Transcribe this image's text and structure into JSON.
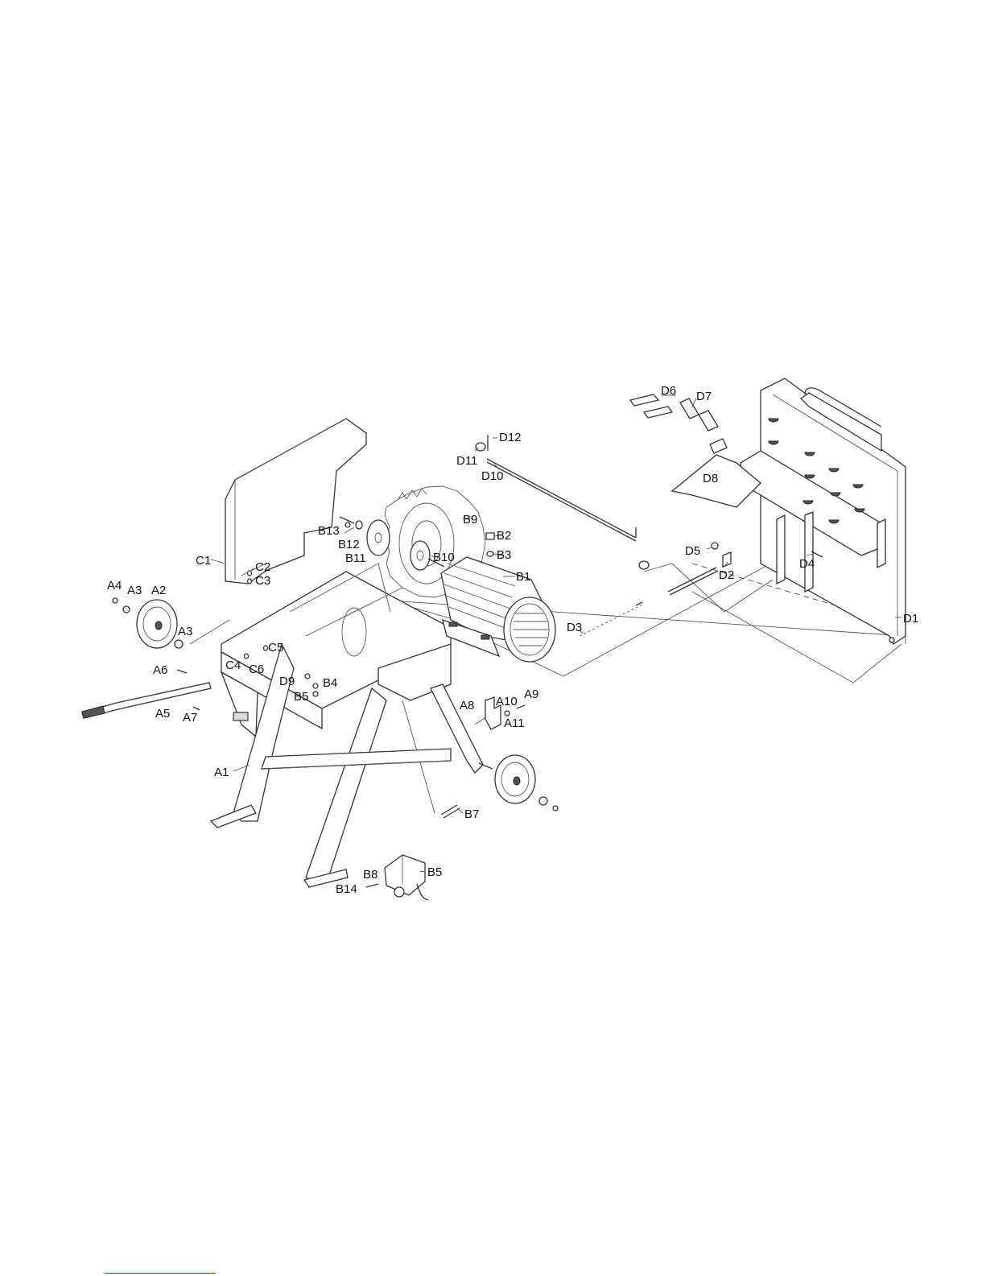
{
  "labels": {
    "D6": "D6",
    "D7": "D7",
    "D12": "D12",
    "D11": "D11",
    "D10": "D10",
    "D8": "D8",
    "B9": "B9",
    "B13": "B13",
    "B12": "B12",
    "B11": "B11",
    "B10": "B10",
    "B2": "B2",
    "B3": "B3",
    "B1": "B1",
    "D5": "D5",
    "D4": "D4",
    "D2": "D2",
    "C1": "C1",
    "C2": "C2",
    "C3": "C3",
    "A4": "A4",
    "A3a": "A3",
    "A2": "A2",
    "A3b": "A3",
    "D3": "D3",
    "D1": "D1",
    "C5": "C5",
    "C4": "C4",
    "C6": "C6",
    "A6": "A6",
    "D9": "D9",
    "B4": "B4",
    "B5a": "B5",
    "A5": "A5",
    "A7": "A7",
    "A8": "A8",
    "A10": "A10",
    "A9": "A9",
    "A11": "A11",
    "A1": "A1",
    "B7": "B7",
    "B8": "B8",
    "B5b": "B5",
    "B14": "B14"
  },
  "colors": {
    "line": "#333333",
    "footer_rule": "#1a3cff"
  }
}
